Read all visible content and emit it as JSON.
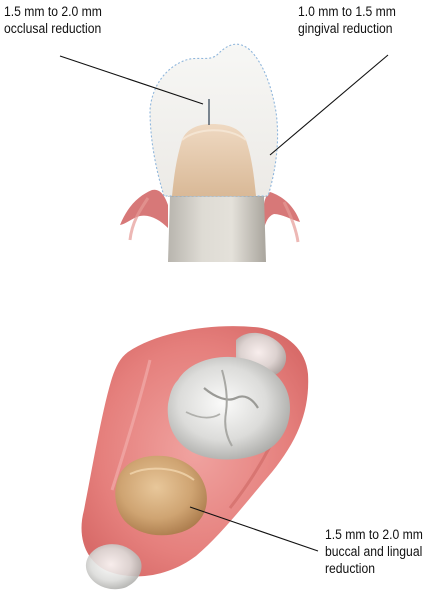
{
  "labels": {
    "occlusal": {
      "line1": "1.5 mm to 2.0 mm",
      "line2": "occlusal reduction"
    },
    "gingival": {
      "line1": "1.0 mm to 1.5 mm",
      "line2": "gingival reduction"
    },
    "buccal": {
      "line1": "1.5 mm to 2.0 mm",
      "line2": "buccal and lingual",
      "line3": "reduction"
    }
  },
  "colors": {
    "gum": "#e88a8a",
    "gum_dark": "#c9504f",
    "tooth_enamel": "#e6e6e3",
    "prepared_tooth": "#d4b38a",
    "leader_line": "#111111",
    "outline_dashed": "#8fb6dc"
  }
}
